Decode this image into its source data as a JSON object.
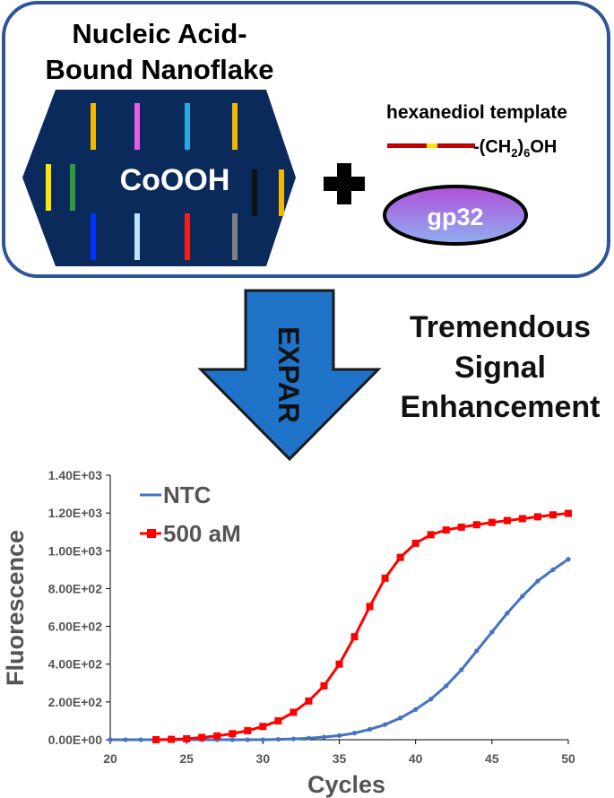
{
  "top_panel": {
    "title_line1": "Nucleic Acid-",
    "title_line2": "Bound Nanoflake",
    "core_label": "CoOOH",
    "strand_colors": [
      "#f5b800",
      "#e65ce6",
      "#29abe2",
      "#f5b800",
      "#ffe600",
      "#2e9a3e",
      "#111111",
      "#f5b800",
      "#0033ff",
      "#b8e6ff",
      "#ff1a1a",
      "#808080"
    ],
    "template_title": "hexanediol template",
    "template_suffix_main": "-(CH",
    "template_suffix_sub1": "2",
    "template_suffix_close": ")",
    "template_suffix_sub2": "6",
    "template_suffix_end": "OH",
    "protein_label": "gp32"
  },
  "arrow": {
    "label": "EXPAR"
  },
  "enhancement": {
    "line1": "Tremendous",
    "line2": "Signal",
    "line3": "Enhancement"
  },
  "chart_data": {
    "type": "line",
    "xlabel": "Cycles",
    "ylabel": "Fluorescence",
    "xlim": [
      20,
      50
    ],
    "ylim": [
      0,
      1400
    ],
    "x_ticks": [
      "20",
      "25",
      "30",
      "35",
      "40",
      "45",
      "50"
    ],
    "y_ticks": [
      "0.00E+00",
      "2.00E+02",
      "4.00E+02",
      "6.00E+02",
      "8.00E+02",
      "1.00E+03",
      "1.20E+03",
      "1.40E+03"
    ],
    "legend_position": "top-left",
    "series": [
      {
        "name": "NTC",
        "color": "#4472c4",
        "marker": "circle",
        "x": [
          20,
          21,
          22,
          23,
          24,
          25,
          26,
          27,
          28,
          29,
          30,
          31,
          32,
          33,
          34,
          35,
          36,
          37,
          38,
          39,
          40,
          41,
          42,
          43,
          44,
          45,
          46,
          47,
          48,
          49,
          50
        ],
        "y": [
          0,
          0,
          0,
          0,
          0,
          0,
          0,
          0,
          0,
          0,
          0,
          2,
          4,
          8,
          14,
          22,
          35,
          55,
          80,
          115,
          160,
          215,
          285,
          370,
          470,
          570,
          670,
          760,
          840,
          900,
          955
        ]
      },
      {
        "name": "500 aM",
        "color": "#ff0000",
        "marker": "square",
        "x": [
          23,
          24,
          25,
          26,
          27,
          28,
          29,
          30,
          31,
          32,
          33,
          34,
          35,
          36,
          37,
          38,
          39,
          40,
          41,
          42,
          43,
          44,
          45,
          46,
          47,
          48,
          49,
          50
        ],
        "y": [
          0,
          2,
          5,
          12,
          20,
          32,
          48,
          70,
          100,
          145,
          205,
          285,
          400,
          545,
          705,
          855,
          965,
          1040,
          1085,
          1110,
          1125,
          1138,
          1150,
          1160,
          1170,
          1180,
          1190,
          1198
        ]
      }
    ]
  }
}
